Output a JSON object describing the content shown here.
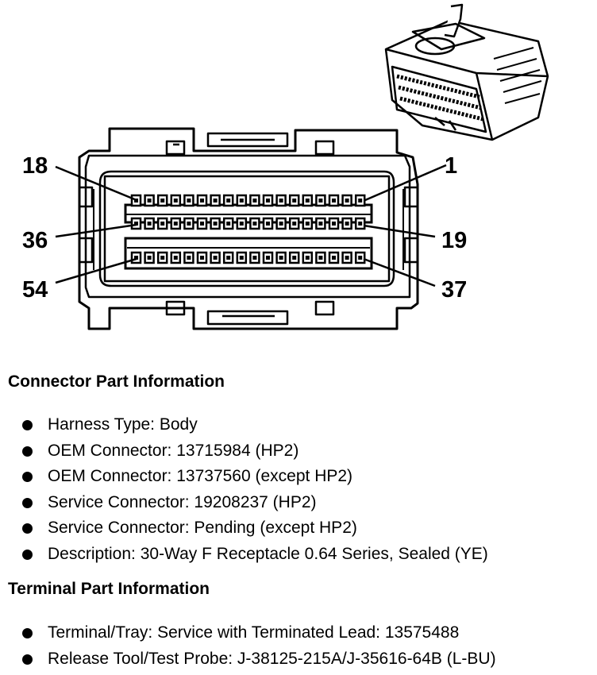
{
  "diagram": {
    "pin_labels": {
      "top_left": "18",
      "top_right": "1",
      "middle_left": "36",
      "middle_right": "19",
      "bottom_left": "54",
      "bottom_right": "37"
    }
  },
  "connector_info": {
    "heading": "Connector Part Information",
    "items": [
      "Harness Type: Body",
      "OEM Connector: 13715984 (HP2)",
      "OEM Connector: 13737560 (except HP2)",
      "Service Connector: 19208237 (HP2)",
      "Service Connector: Pending (except HP2)",
      "Description: 30-Way F Receptacle 0.64 Series, Sealed (YE)"
    ]
  },
  "terminal_info": {
    "heading": "Terminal Part Information",
    "items": [
      "Terminal/Tray: Service with Terminated Lead: 13575488",
      "Release Tool/Test Probe: J-38125-215A/J-35616-64B (L-BU)"
    ]
  }
}
